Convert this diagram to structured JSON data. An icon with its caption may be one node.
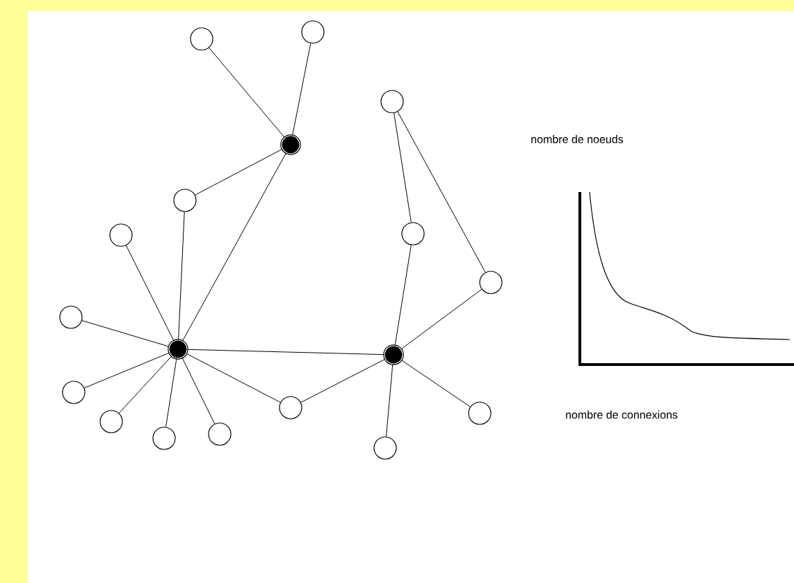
{
  "diagram": {
    "nodes": [
      {
        "text": [],
        "shape": "circle"
      },
      {
        "text": [],
        "shape": "circle"
      },
      {
        "text": [],
        "shape": "circle"
      },
      {
        "text": [],
        "shape": "dot"
      },
      {
        "text": [],
        "shape": "circle"
      },
      {
        "text": [],
        "shape": "circle"
      },
      {
        "text": [],
        "shape": "circle"
      },
      {
        "text": [],
        "shape": "circle"
      },
      {
        "text": [],
        "shape": "circle"
      },
      {
        "text": [],
        "shape": "dot"
      },
      {
        "text": [],
        "shape": "dot"
      },
      {
        "text": [],
        "shape": "circle"
      },
      {
        "text": [],
        "shape": "circle"
      },
      {
        "text": [],
        "shape": "circle"
      },
      {
        "text": [],
        "shape": "circle"
      },
      {
        "text": [],
        "shape": "circle"
      },
      {
        "text": [],
        "shape": "circle"
      },
      {
        "text": [],
        "shape": "circle"
      }
    ],
    "edges": [
      {
        "from": 3,
        "to": 0,
        "arrow": "none"
      },
      {
        "from": 3,
        "to": 1,
        "arrow": "none"
      },
      {
        "from": 3,
        "to": 4,
        "arrow": "none"
      },
      {
        "from": 3,
        "to": 9,
        "arrow": "none"
      },
      {
        "from": 9,
        "to": 4,
        "arrow": "none"
      },
      {
        "from": 9,
        "to": 6,
        "arrow": "none"
      },
      {
        "from": 9,
        "to": 8,
        "arrow": "none"
      },
      {
        "from": 9,
        "to": 11,
        "arrow": "none"
      },
      {
        "from": 9,
        "to": 14,
        "arrow": "none"
      },
      {
        "from": 9,
        "to": 16,
        "arrow": "none"
      },
      {
        "from": 9,
        "to": 15,
        "arrow": "none"
      },
      {
        "from": 9,
        "to": 12,
        "arrow": "none"
      },
      {
        "from": 9,
        "to": 10,
        "arrow": "none"
      },
      {
        "from": 10,
        "to": 12,
        "arrow": "none"
      },
      {
        "from": 10,
        "to": 5,
        "arrow": "none"
      },
      {
        "from": 10,
        "to": 7,
        "arrow": "none"
      },
      {
        "from": 10,
        "to": 13,
        "arrow": "none"
      },
      {
        "from": 10,
        "to": 17,
        "arrow": "none"
      },
      {
        "from": 2,
        "to": 5,
        "arrow": "none"
      },
      {
        "from": 2,
        "to": 7,
        "arrow": "none"
      }
    ],
    "labels": [
      "nombre de noeuds",
      "nombre de connexions"
    ]
  }
}
